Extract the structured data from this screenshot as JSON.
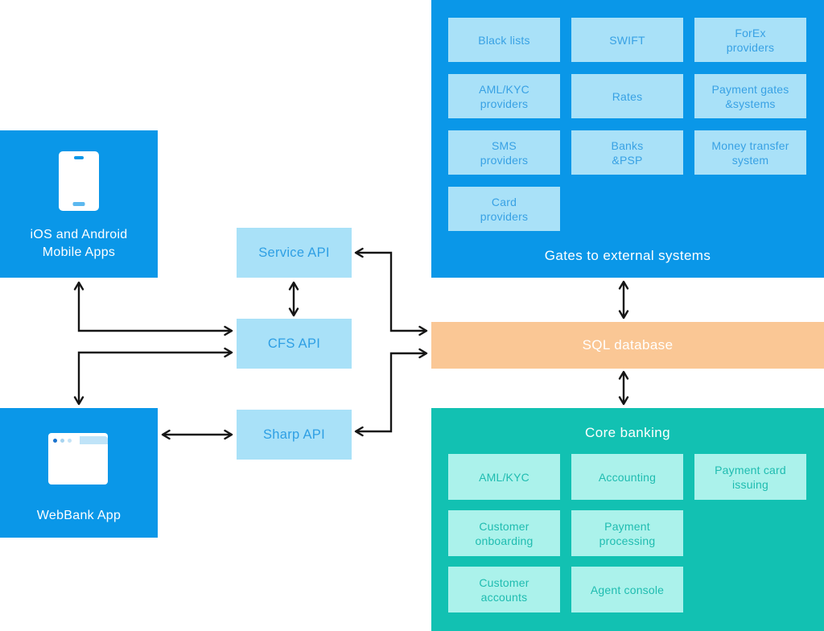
{
  "mobile": {
    "label": "iOS and Android\nMobile Apps",
    "icon": "smartphone-icon"
  },
  "webbank": {
    "label": "WebBank App",
    "icon": "browser-window-icon"
  },
  "apis": [
    {
      "label": "Service API"
    },
    {
      "label": "CFS API"
    },
    {
      "label": "Sharp API"
    }
  ],
  "gates": {
    "title": "Gates to external systems",
    "boxes": [
      {
        "label": "Black lists"
      },
      {
        "label": "SWIFT"
      },
      {
        "label": "ForEx\nproviders"
      },
      {
        "label": "AML/KYC\nproviders"
      },
      {
        "label": "Rates"
      },
      {
        "label": "Payment gates\n&systems"
      },
      {
        "label": "SMS\nproviders"
      },
      {
        "label": "Banks\n&PSP"
      },
      {
        "label": "Money transfer\nsystem"
      },
      {
        "label": "Card\nproviders"
      }
    ]
  },
  "sql": {
    "label": "SQL database"
  },
  "core": {
    "title": "Core banking",
    "boxes": [
      {
        "label": "AML/KYC"
      },
      {
        "label": "Accounting"
      },
      {
        "label": "Payment card\nissuing"
      },
      {
        "label": "Customer\nonboarding"
      },
      {
        "label": "Payment\nprocessing"
      },
      {
        "label": "Customer\naccounts"
      },
      {
        "label": "Agent console"
      }
    ]
  },
  "colors": {
    "brand_blue": "#0A97E8",
    "light_blue_box": "#A9E1F8",
    "blue_box_text": "#38A1E4",
    "sql_orange": "#FAC795",
    "core_teal": "#12C1B2",
    "light_teal_box": "#ABF2EB",
    "teal_box_text": "#1FBCB0",
    "arrow": "#151515",
    "white_text": "#FFFFFF"
  }
}
